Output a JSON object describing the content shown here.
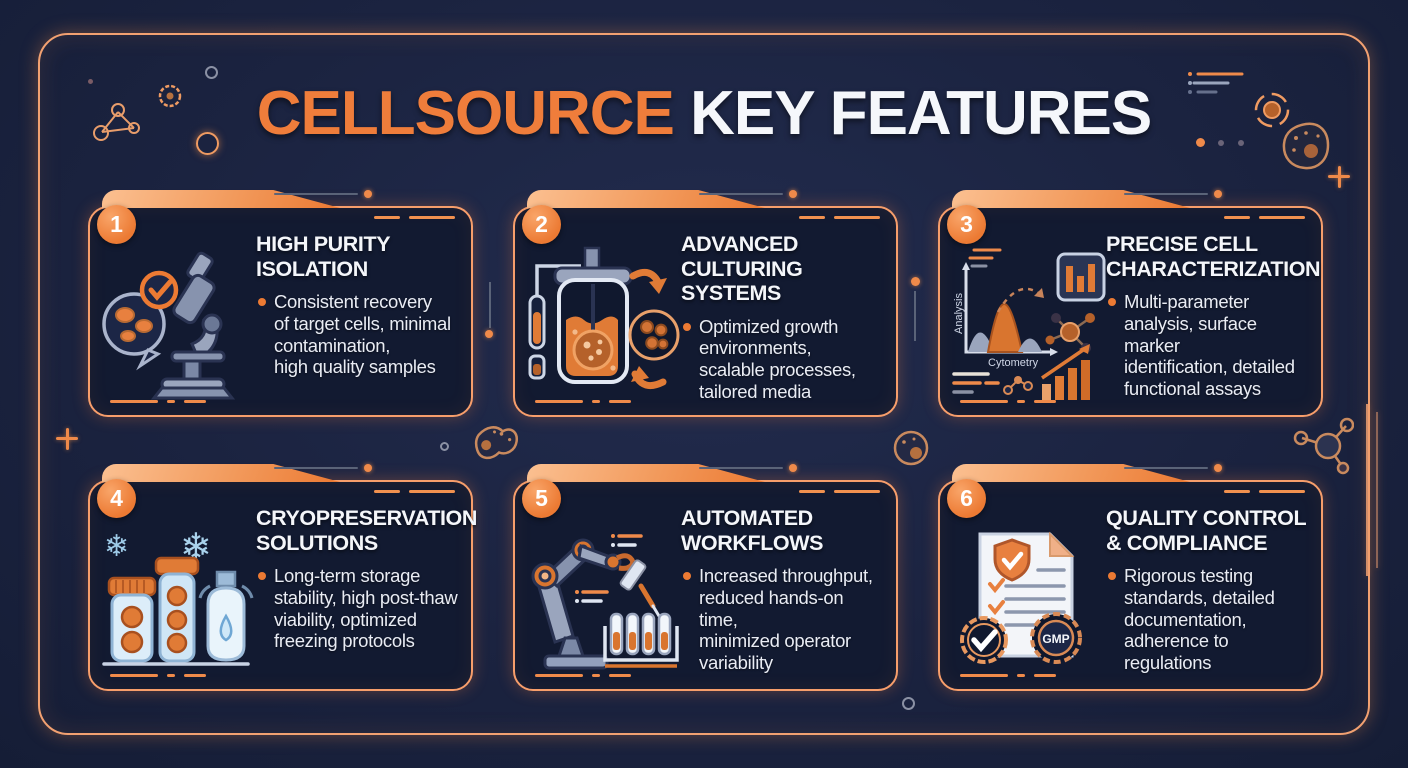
{
  "title": {
    "brand": "CELLSOURCE",
    "rest": " KEY FEATURES"
  },
  "colors": {
    "accent": "#ec7a33",
    "accent_light": "#f79e6b",
    "background": "#1b2340",
    "card_background": "#121a31",
    "text": "#f4f6fa"
  },
  "cards": [
    {
      "number": "1",
      "title": "HIGH PURITY\nISOLATION",
      "description": "Consistent recovery\nof target cells, minimal\ncontamination,\nhigh quality samples",
      "icon": "microscope-petri-icon"
    },
    {
      "number": "2",
      "title": "ADVANCED\nCULTURING SYSTEMS",
      "description": "Optimized growth\nenvironments,\nscalable processes,\ntailored media",
      "icon": "bioreactor-icon"
    },
    {
      "number": "3",
      "title": "PRECISE CELL\nCHARACTERIZATION",
      "description": "Multi-parameter\nanalysis, surface marker\nidentification, detailed\nfunctional assays",
      "icon": "cytometry-chart-icon",
      "icon_labels": {
        "y": "Analysis",
        "x": "Cytometry"
      }
    },
    {
      "number": "4",
      "title": "CRYOPRESERVATION\nSOLUTIONS",
      "description": "Long-term storage\nstability, high post-thaw\nviability, optimized\nfreezing protocols",
      "icon": "cryo-vials-icon"
    },
    {
      "number": "5",
      "title": "AUTOMATED\nWORKFLOWS",
      "description": "Increased throughput,\nreduced hands-on time,\nminimized operator\nvariability",
      "icon": "robot-arm-icon"
    },
    {
      "number": "6",
      "title": "QUALITY CONTROL\n& COMPLIANCE",
      "description": "Rigorous testing\nstandards, detailed\ndocumentation,\nadherence to regulations",
      "icon": "document-shield-icon",
      "gmp_label": "GMP"
    }
  ]
}
